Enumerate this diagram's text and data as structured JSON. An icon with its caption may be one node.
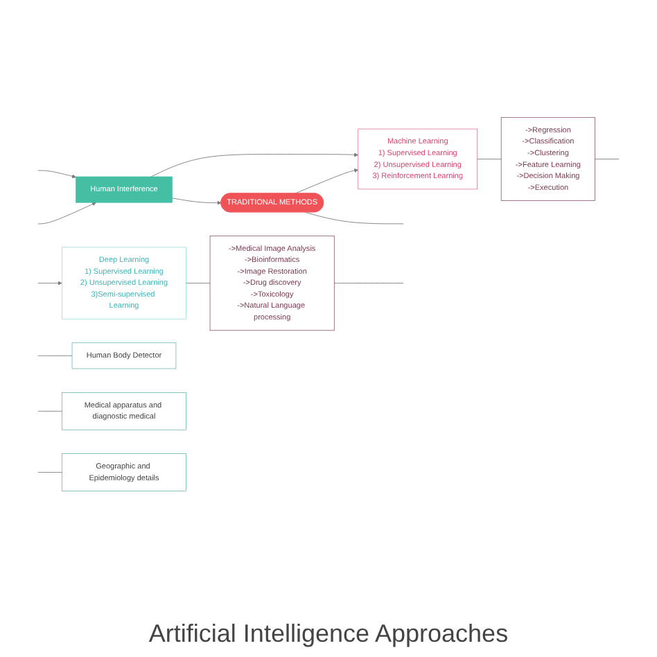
{
  "diagram": {
    "title": "Artificial Intelligence Approaches",
    "nodes": [
      {
        "text": [
          "TRADITIONAL METHODS"
        ]
      },
      {
        "text": [
          "Human Interference"
        ]
      },
      {
        "text": [
          "Machine Learning",
          "1) Supervised Learning",
          "2) Unsupervised Learning",
          "3) Reinforcement Learning"
        ]
      },
      {
        "text": [
          "->Regression",
          "->Classification",
          "->Clustering",
          "->Feature Learning",
          "->Decision Making",
          "->Execution"
        ]
      },
      {
        "text": [
          "Deep Learning",
          "1) Supervised Learning",
          "2) Unsupervised Learning",
          "3)Semi-supervised Learning"
        ]
      },
      {
        "text": [
          "->Medical Image Analysis",
          "->Bioinformatics",
          "->Image Restoration",
          "->Drug discovery",
          "->Toxicology",
          "->Natural Language processing"
        ]
      },
      {
        "text": [
          "Human Body Detector"
        ]
      },
      {
        "text": [
          "Medical apparatus and diagnostic medical"
        ]
      },
      {
        "text": [
          "Geographic and Epidemiology details"
        ]
      }
    ],
    "edges": [
      {
        "from": null,
        "to": 1,
        "arrow": "to"
      },
      {
        "from": null,
        "to": 1,
        "arrow": "to"
      },
      {
        "from": 1,
        "to": 0,
        "arrow": "to"
      },
      {
        "from": 1,
        "to": 2,
        "arrow": "to"
      },
      {
        "from": 0,
        "to": 2,
        "arrow": "to"
      },
      {
        "from": 0,
        "to": null,
        "arrow": "none"
      },
      {
        "from": 2,
        "to": 3,
        "arrow": "none"
      },
      {
        "from": 3,
        "to": null,
        "arrow": "none"
      },
      {
        "from": null,
        "to": 4,
        "arrow": "to"
      },
      {
        "from": 4,
        "to": 5,
        "arrow": "none"
      },
      {
        "from": 5,
        "to": null,
        "arrow": "none"
      },
      {
        "from": null,
        "to": 6,
        "arrow": "none"
      },
      {
        "from": null,
        "to": 7,
        "arrow": "none"
      },
      {
        "from": null,
        "to": 8,
        "arrow": "none"
      }
    ]
  }
}
